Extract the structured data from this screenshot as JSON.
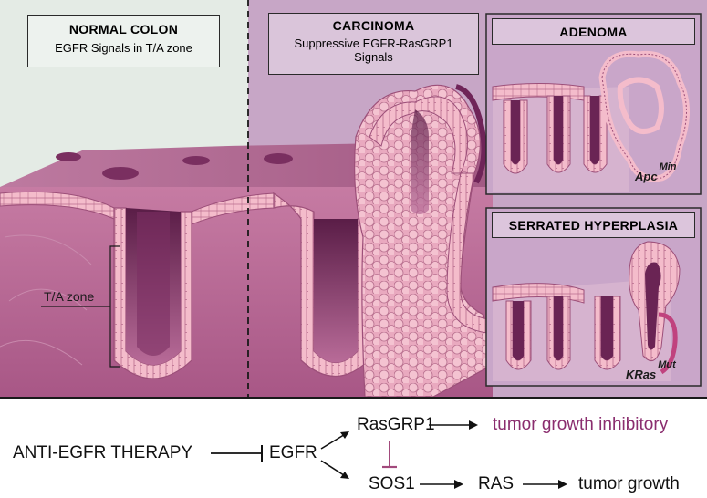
{
  "panels": {
    "normal": {
      "title": "NORMAL COLON",
      "subtitle": "EGFR Signals in T/A zone"
    },
    "carcinoma": {
      "title": "CARCINOMA",
      "subtitle_line1": "Suppressive EGFR-RasGRP1",
      "subtitle_line2": "Signals"
    },
    "adenoma": {
      "title": "ADENOMA",
      "gene": "Apc",
      "superscript": "Min"
    },
    "serrated": {
      "title": "SERRATED HYPERPLASIA",
      "gene": "KRas",
      "superscript": "Mut"
    }
  },
  "ta_zone_label": "T/A zone",
  "pathway": {
    "therapy": "ANTI-EGFR THERAPY",
    "egfr": "EGFR",
    "rasgrp1": "RasGRP1",
    "sos1": "SOS1",
    "ras": "RAS",
    "inhibitory": "tumor growth inhibitory",
    "growth": "tumor growth"
  },
  "colors": {
    "normal_bg": "#e4ebe5",
    "carcinoma_bg": "#c7a6c6",
    "tissue": "#b56b93",
    "tissue_dark": "#8c3f6c",
    "epithelium": "#f2b8c8",
    "inhibitory_text": "#8a2d6e",
    "inhibit_bar": "#a24a7c"
  }
}
